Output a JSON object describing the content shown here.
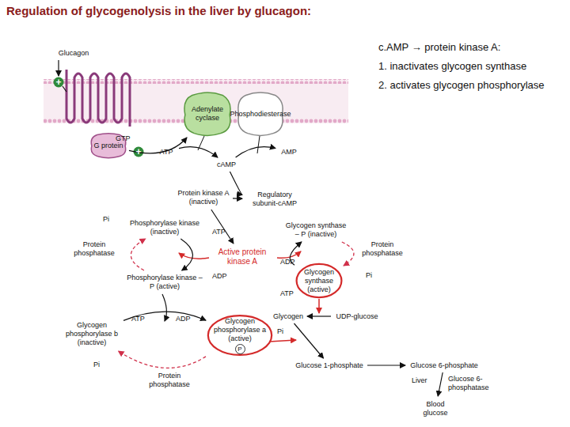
{
  "diagram": {
    "title": "Regulation of glycogenolysis in the liver by glucagon:",
    "nodes": [
      {
        "text": [
          "Glucagon"
        ]
      },
      {
        "text": [
          "G protein"
        ]
      },
      {
        "text": [
          "Adenylate cyclase"
        ]
      },
      {
        "text": [
          "Phosphodiesterase"
        ]
      },
      {
        "text": [
          "ATP"
        ]
      },
      {
        "text": [
          "cAMP"
        ]
      },
      {
        "text": [
          "AMP"
        ]
      },
      {
        "text": [
          "Protein kinase A (inactive)"
        ]
      },
      {
        "text": [
          "Regulatory subunit-cAMP"
        ]
      },
      {
        "text": [
          "Active protein kinase A"
        ]
      },
      {
        "text": [
          "Phosphorylase kinase (inactive)"
        ]
      },
      {
        "text": [
          "Phosphorylase kinase – P (active)"
        ]
      },
      {
        "text": [
          "Glycogen phosphorylase b (inactive)"
        ]
      },
      {
        "text": [
          "Glycogen phosphorylase a (active)",
          "P"
        ]
      },
      {
        "text": [
          "Glycogen synthase – P (inactive)"
        ]
      },
      {
        "text": [
          "Glycogen synthase (active)"
        ]
      },
      {
        "text": [
          "Glycogen"
        ]
      },
      {
        "text": [
          "UDP-glucose"
        ]
      },
      {
        "text": [
          "Glucose 1-phosphate"
        ]
      },
      {
        "text": [
          "Glucose 6-phosphate"
        ]
      },
      {
        "text": [
          "Blood glucose"
        ]
      }
    ],
    "edges": [
      {
        "from": 1,
        "to": 2,
        "arrow": "to"
      },
      {
        "from": 4,
        "to": 5,
        "arrow": "to"
      },
      {
        "from": 5,
        "to": 6,
        "arrow": "to"
      },
      {
        "from": 5,
        "to": 8,
        "arrow": "to"
      },
      {
        "from": 7,
        "to": 8,
        "arrow": "to"
      },
      {
        "from": 7,
        "to": 9,
        "arrow": "to"
      },
      {
        "from": 10,
        "to": 11,
        "arrow": "to"
      },
      {
        "from": 11,
        "to": 10,
        "arrow": "to"
      },
      {
        "from": 12,
        "to": 13,
        "arrow": "to"
      },
      {
        "from": 13,
        "to": 12,
        "arrow": "to"
      },
      {
        "from": 15,
        "to": 14,
        "arrow": "to"
      },
      {
        "from": 14,
        "to": 15,
        "arrow": "to"
      },
      {
        "from": 17,
        "to": 16,
        "arrow": "to"
      },
      {
        "from": 16,
        "to": 18,
        "arrow": "to"
      },
      {
        "from": 18,
        "to": 19,
        "arrow": "to"
      },
      {
        "from": 19,
        "to": 20,
        "arrow": "to"
      }
    ],
    "labels": [
      "c.AMP → protein kinase A:",
      "1. inactivates glycogen synthase",
      "2. activates glycogen phosphorylase",
      "+",
      "GTP",
      "+",
      "ATP",
      "ADP",
      "Pi",
      "Protein phosphatase",
      "ATP",
      "ADP",
      "Pi",
      "Protein phosphatase",
      "ADP",
      "ATP",
      "Protein phosphatase",
      "Pi",
      "Pi",
      "Liver",
      "Glucose 6-phosphatase"
    ]
  }
}
